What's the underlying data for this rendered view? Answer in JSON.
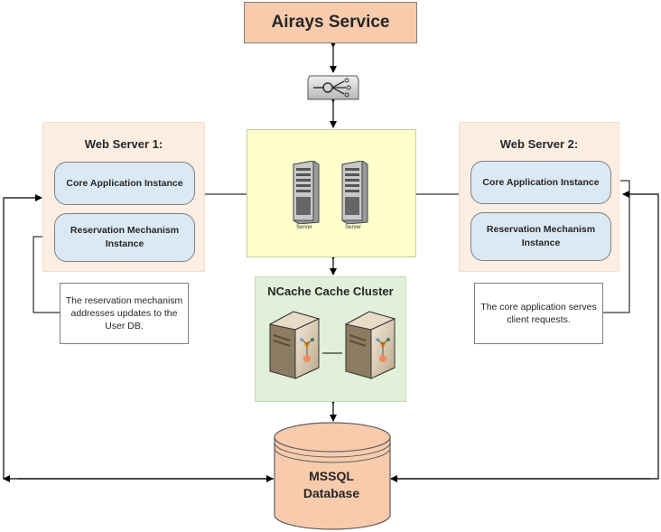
{
  "service": {
    "title": "Airays Service"
  },
  "web_server_1": {
    "title": "Web Server 1:",
    "core_instance": "Core Application Instance",
    "reservation_line1": "Reservation Mechanism",
    "reservation_line2": "Instance"
  },
  "web_server_2": {
    "title": "Web Server 2:",
    "core_instance": "Core Application Instance",
    "reservation_line1": "Reservation Mechanism",
    "reservation_line2": "Instance"
  },
  "servers": {
    "label_1": "Server",
    "label_2": "Server"
  },
  "cluster": {
    "title": "NCache Cache Cluster"
  },
  "database": {
    "line1": "MSSQL",
    "line2": "Database"
  },
  "notes": {
    "left_line1": "The reservation mechanism",
    "left_line2": "addresses updates to the",
    "left_line3": "User DB.",
    "right_line1": "The core application serves",
    "right_line2": "client requests."
  },
  "colors": {
    "service_fill": "#f8cbad",
    "web_panel_fill": "#fdeee3",
    "pill_fill": "#dbe9f4",
    "server_panel_fill": "#ffffcc",
    "cluster_fill": "#e2efd9",
    "database_fill": "#f8cbad"
  },
  "icons": [
    "load-balancer-icon",
    "rack-server-icon",
    "cache-server-icon",
    "database-cylinder-icon"
  ]
}
